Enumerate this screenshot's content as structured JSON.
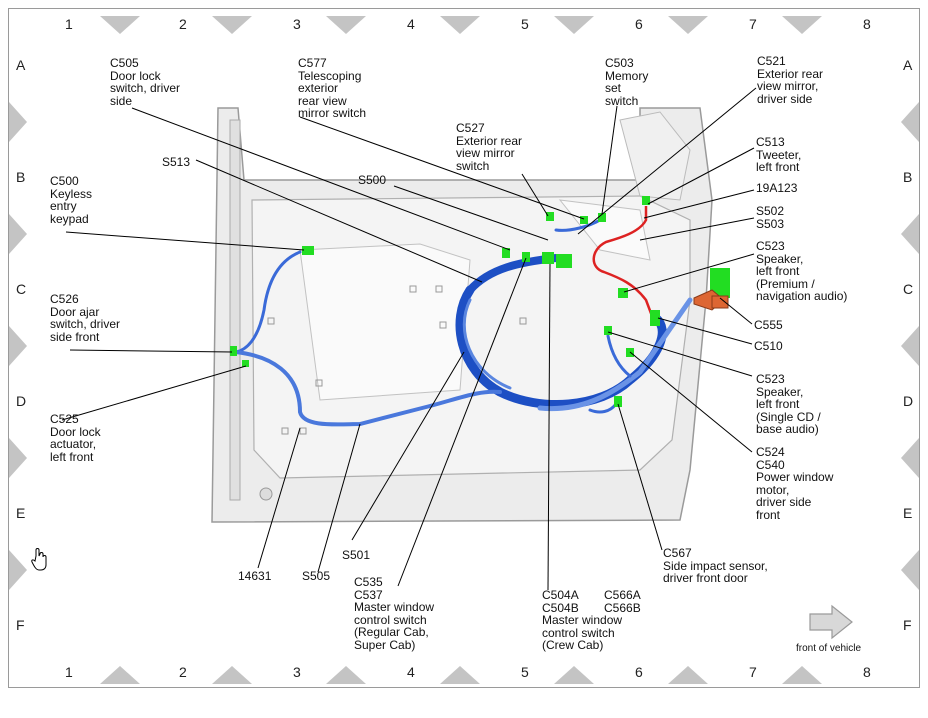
{
  "grid": {
    "columns": [
      "1",
      "2",
      "3",
      "4",
      "5",
      "6",
      "7",
      "8"
    ],
    "rows": [
      "A",
      "B",
      "C",
      "D",
      "E",
      "F"
    ]
  },
  "callouts": {
    "c505": "C505\nDoor lock\nswitch, driver\nside",
    "c577": "C577\nTelescoping\nexterior\nrear view\nmirror switch",
    "c503": "C503\nMemory\nset\nswitch",
    "c521": "C521\nExterior rear\nview mirror,\ndriver side",
    "c527": "C527\nExterior rear\nview mirror\nswitch",
    "s513": "S513",
    "c500": "C500\nKeyless\nentry\nkeypad",
    "s500": "S500",
    "c513": "C513\nTweeter,\nleft front",
    "n19a123": "19A123",
    "s502_s503": "S502\nS503",
    "c523_premium": "C523\nSpeaker,\nleft front\n(Premium /\nnavigation audio)",
    "c526": "C526\nDoor ajar\nswitch, driver\nside front",
    "c555": "C555",
    "c510": "C510",
    "c525": "C525\nDoor lock\nactuator,\nleft front",
    "c523_cd": "C523\nSpeaker,\nleft front\n(Single CD /\nbase audio)",
    "c524_c540": "C524\nC540\nPower window\nmotor,\ndriver side\nfront",
    "n14631": "14631",
    "s505": "S505",
    "s501": "S501",
    "c535_c537": "C535\nC537\nMaster window\ncontrol switch\n(Regular Cab,\nSuper Cab)",
    "c504": "C504A\nC504B\nMaster window\ncontrol switch\n(Crew Cab)",
    "c566": "C566A\nC566B",
    "c567": "C567\nSide impact sensor,\ndriver front door",
    "front_of_vehicle": "front of vehicle"
  },
  "colors": {
    "connector": "#22dd22",
    "harness_blue": "#2255cc",
    "harness_red": "#dd2222",
    "bolt_orange": "#dd6633",
    "marker_gray": "#bdbdbd"
  },
  "icons": [
    "front-arrow-icon",
    "hand-cursor-icon"
  ]
}
